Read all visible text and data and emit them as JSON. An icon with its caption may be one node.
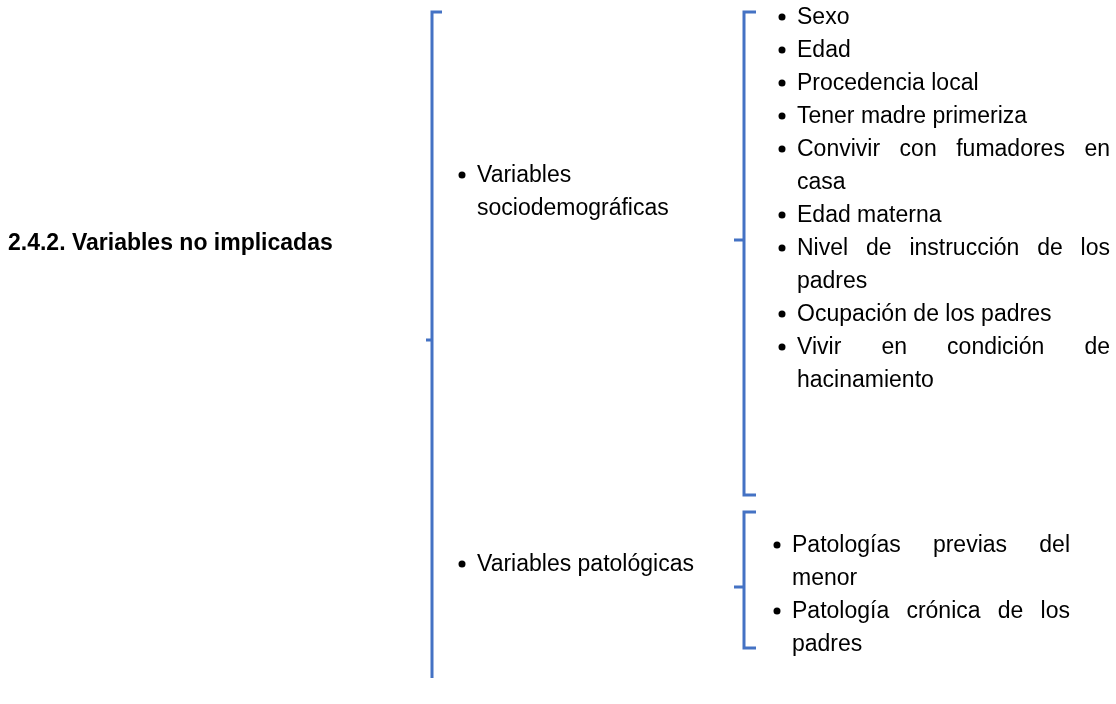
{
  "diagram": {
    "labels": [
      "2.4.2. Variables no implicadas",
      "Variables sociodemográficas",
      "Sexo",
      "Edad",
      "Procedencia local",
      "Tener madre primeriza",
      "Convivir con fumadores en casa",
      "Edad materna",
      "Nivel de instrucción de los padres",
      "Ocupación de los padres",
      "Vivir en condición de hacinamiento",
      "Variables patológicas",
      "Patologías previas del menor",
      "Patología crónica de los padres"
    ]
  }
}
